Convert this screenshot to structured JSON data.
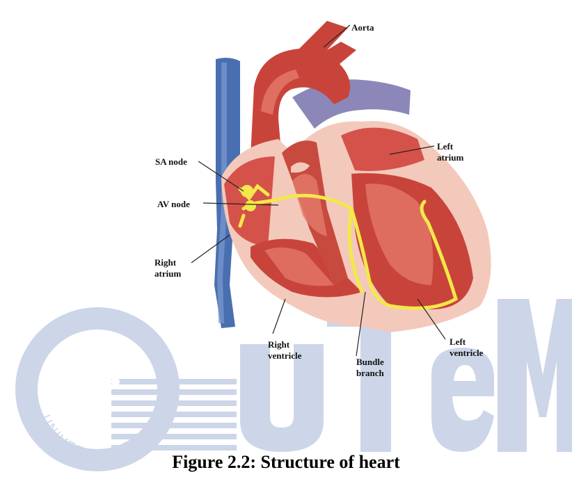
{
  "labels": {
    "aorta": "Aorta",
    "sa_node": "SA node",
    "av_node": "AV node",
    "left_atrium_line1": "Left",
    "left_atrium_line2": "atrium",
    "right_atrium_line1": "Right",
    "right_atrium_line2": "atrium",
    "right_ventricle_line1": "Right",
    "right_ventricle_line2": "ventricle",
    "bundle_branch_line1": "Bundle",
    "bundle_branch_line2": "branch",
    "left_ventricle_line1": "Left",
    "left_ventricle_line2": "ventricle"
  },
  "caption": "Figure 2.2: Structure of heart",
  "watermark": {
    "logo_text": "UTeM",
    "seal_text": "TEKNIKAL MALAYSIA MELAKA UNIVERSITI"
  },
  "colors": {
    "watermark": "#c9d1e6",
    "muscle": "#c8443a",
    "muscle_light": "#e57a6c",
    "pericardium": "#f3c9bc",
    "vein": "#4a6fb0",
    "pulmonary": "#8b87b8",
    "conduction": "#f4e84a"
  }
}
